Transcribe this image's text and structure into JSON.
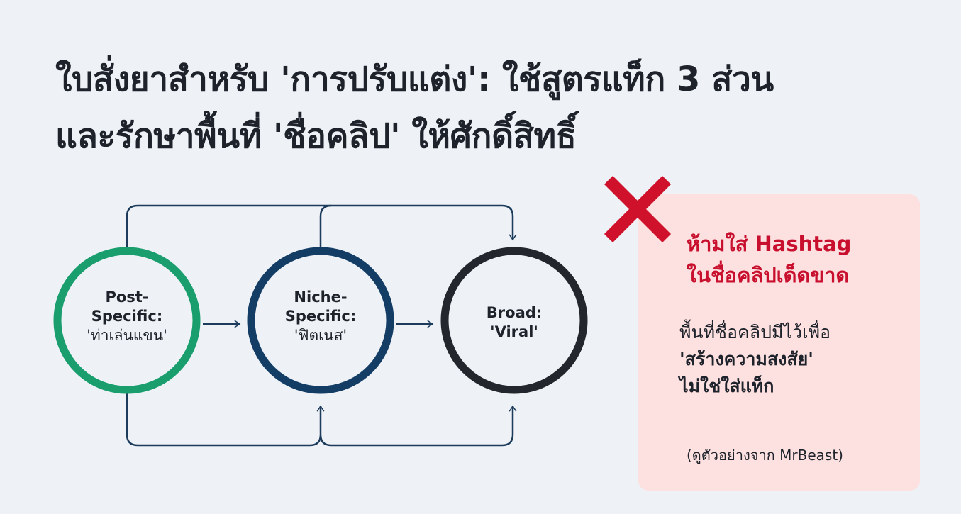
{
  "title": {
    "line1": "ใบสั่งยาสำหรับ 'การปรับแต่ง': ใช้สูตรแท็ก 3 ส่วน",
    "line2": "และรักษาพื้นที่ 'ชื่อคลิป' ให้ศักดิ์สิทธิ์"
  },
  "nodes": [
    {
      "line1": "Post-",
      "line2": "Specific:",
      "example": "'ท่าเล่นแขน'",
      "color": "#1a9e6e"
    },
    {
      "line1": "Niche-",
      "line2": "Specific:",
      "example": "'ฟิตเนส'",
      "color": "#143d66"
    },
    {
      "line1": "Broad:",
      "line2": "'Viral'",
      "example": "",
      "color": "#23272d"
    }
  ],
  "panel": {
    "icon": "cross-icon",
    "warning_line1": "ห้ามใส่ Hashtag",
    "warning_line2": "ในชื่อคลิปเด็ดขาด",
    "body_line1": "พื้นที่ชื่อคลิปมีไว้เพื่อ",
    "body_line2": "'สร้างความสงสัย'",
    "body_line3": "ไม่ใช่ใส่แท็ก",
    "note": "(ดูตัวอย่างจาก MrBeast)"
  },
  "colors": {
    "accent_red": "#c8102e",
    "panel_bg": "#fde0e0",
    "connector": "#1d3c5c"
  }
}
